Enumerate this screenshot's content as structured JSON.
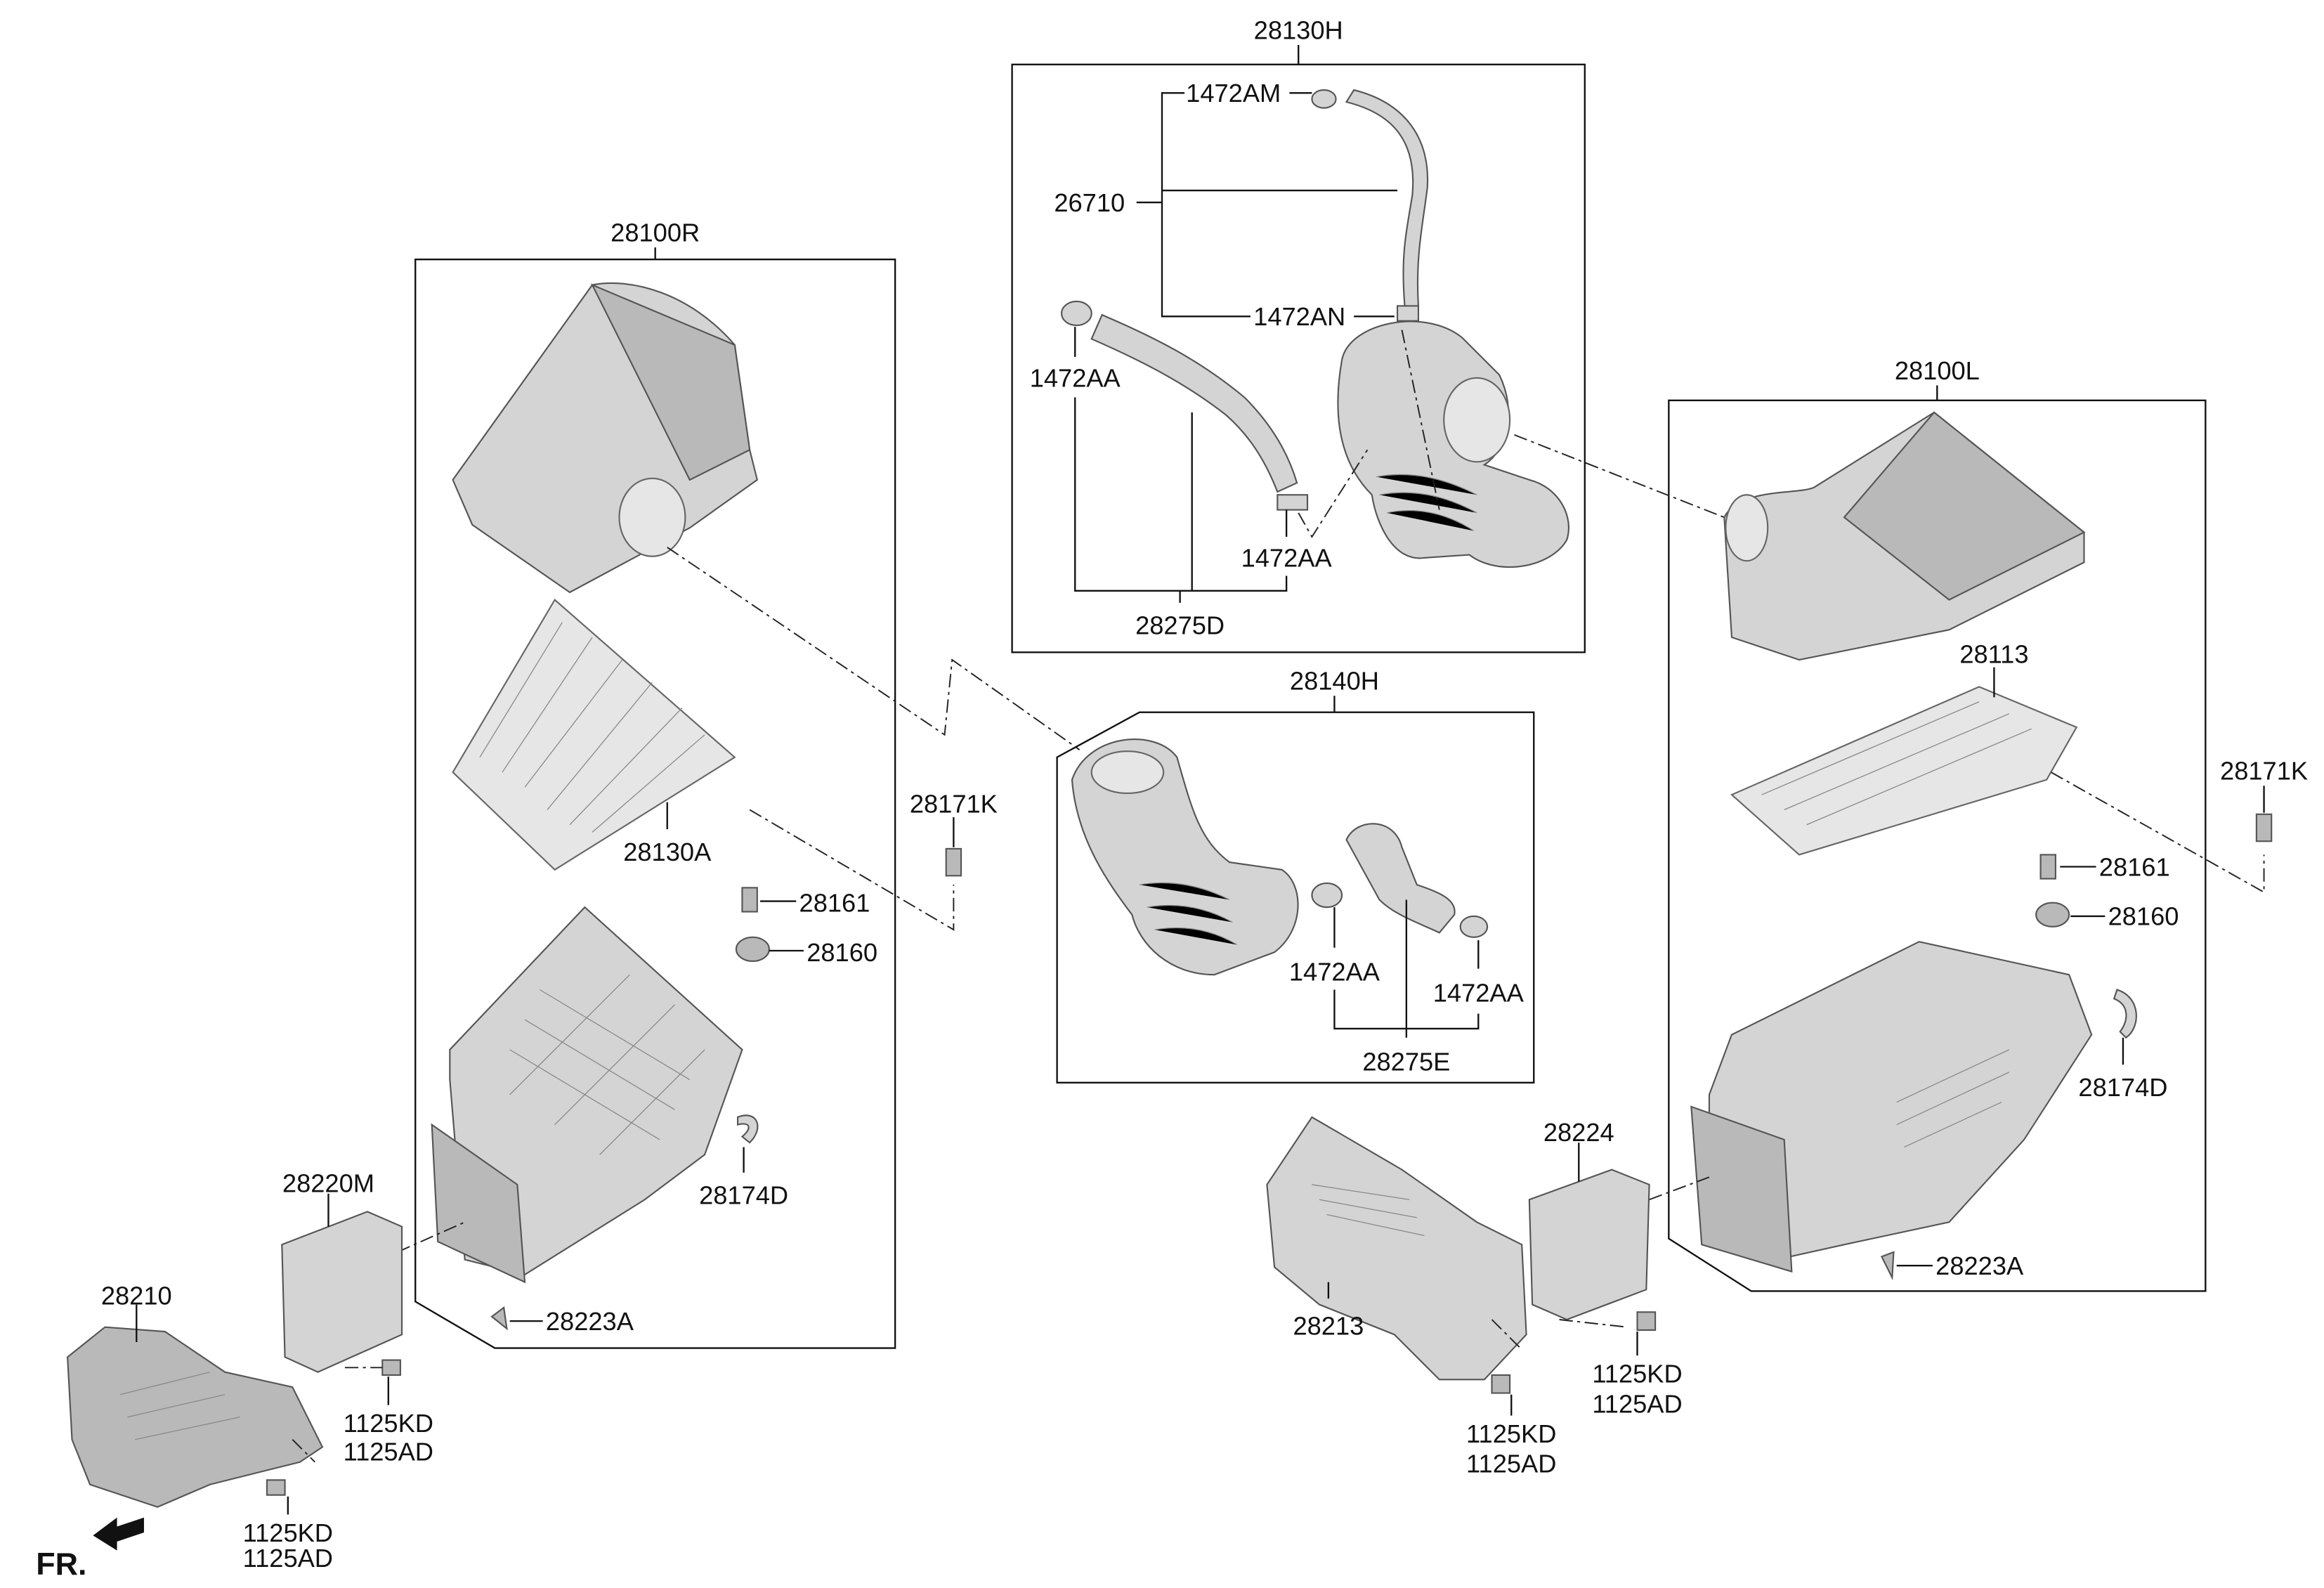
{
  "diagram": {
    "groups": {
      "g28130H": "28130H",
      "g28100R": "28100R",
      "g28100L": "28100L",
      "g28140H": "28140H"
    },
    "labels": {
      "l1472AM": "1472AM",
      "l26710": "26710",
      "l1472AN": "1472AN",
      "l1472AA_a": "1472AA",
      "l1472AA_b": "1472AA",
      "l28275D": "28275D",
      "l28113": "28113",
      "l28130A": "28130A",
      "l28171K_a": "28171K",
      "l28161_a": "28161",
      "l28160_a": "28160",
      "l28174D_a": "28174D",
      "l28223A_a": "28223A",
      "l28220M": "28220M",
      "l28210": "28210",
      "l1125KD_a": "1125KD",
      "l1125AD_a": "1125AD",
      "l1125KD_b": "1125KD",
      "l1125AD_b": "1125AD",
      "l1472AA_c": "1472AA",
      "l1472AA_d": "1472AA",
      "l28275E": "28275E",
      "l28224": "28224",
      "l28213": "28213",
      "l1125KD_c": "1125KD",
      "l1125AD_c": "1125AD",
      "l1125KD_d": "1125KD",
      "l1125AD_d": "1125AD",
      "l28171K_b": "28171K",
      "l28161_b": "28161",
      "l28160_b": "28160",
      "l28174D_b": "28174D",
      "l28223A_b": "28223A"
    },
    "front_marker": "FR."
  }
}
